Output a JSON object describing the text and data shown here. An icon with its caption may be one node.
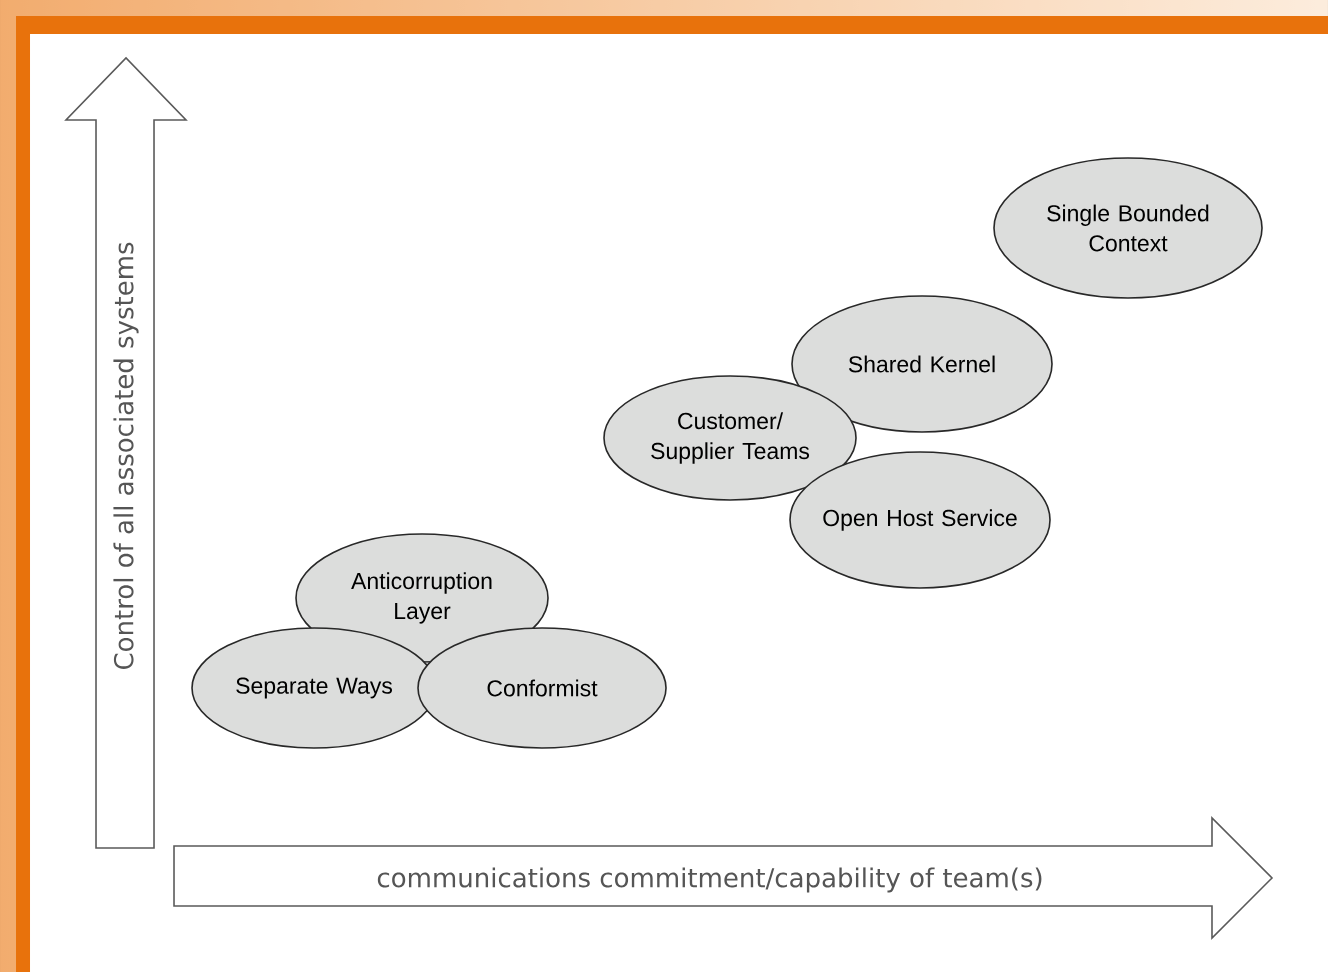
{
  "diagram": {
    "nodes": [
      {
        "text": [
          "Single Bounded Context"
        ]
      },
      {
        "text": [
          "Shared Kernel"
        ]
      },
      {
        "text": [
          "Customer/ Supplier Teams"
        ]
      },
      {
        "text": [
          "Open Host Service"
        ]
      },
      {
        "text": [
          "Anticorruption Layer"
        ]
      },
      {
        "text": [
          "Separate Ways"
        ]
      },
      {
        "text": [
          "Conformist"
        ]
      }
    ],
    "labels": [
      "Control of all associated systems",
      "communications commitment/capability of team(s)"
    ]
  }
}
